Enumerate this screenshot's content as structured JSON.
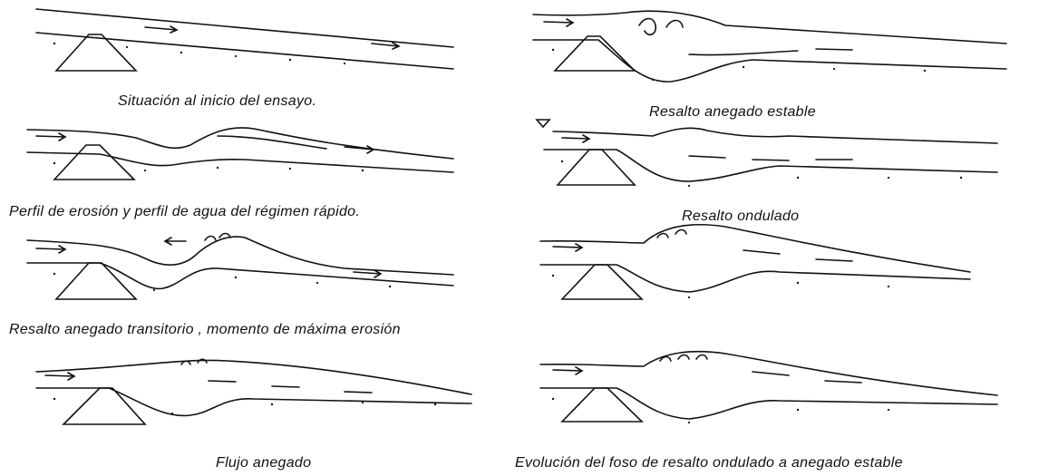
{
  "captions": {
    "left": [
      "Situación al inicio del ensayo.",
      "Perfil de erosión y perfil de agua del régimen rápido.",
      "Resalto anegado transitorio , momento de máxima erosión",
      "Flujo anegado"
    ],
    "right": [
      "Resalto anegado estable",
      "Resalto ondulado",
      "Evolución del foso de resalto ondulado a anegado estable"
    ]
  },
  "colors": {
    "ink": "#111111",
    "background": "#ffffff"
  }
}
